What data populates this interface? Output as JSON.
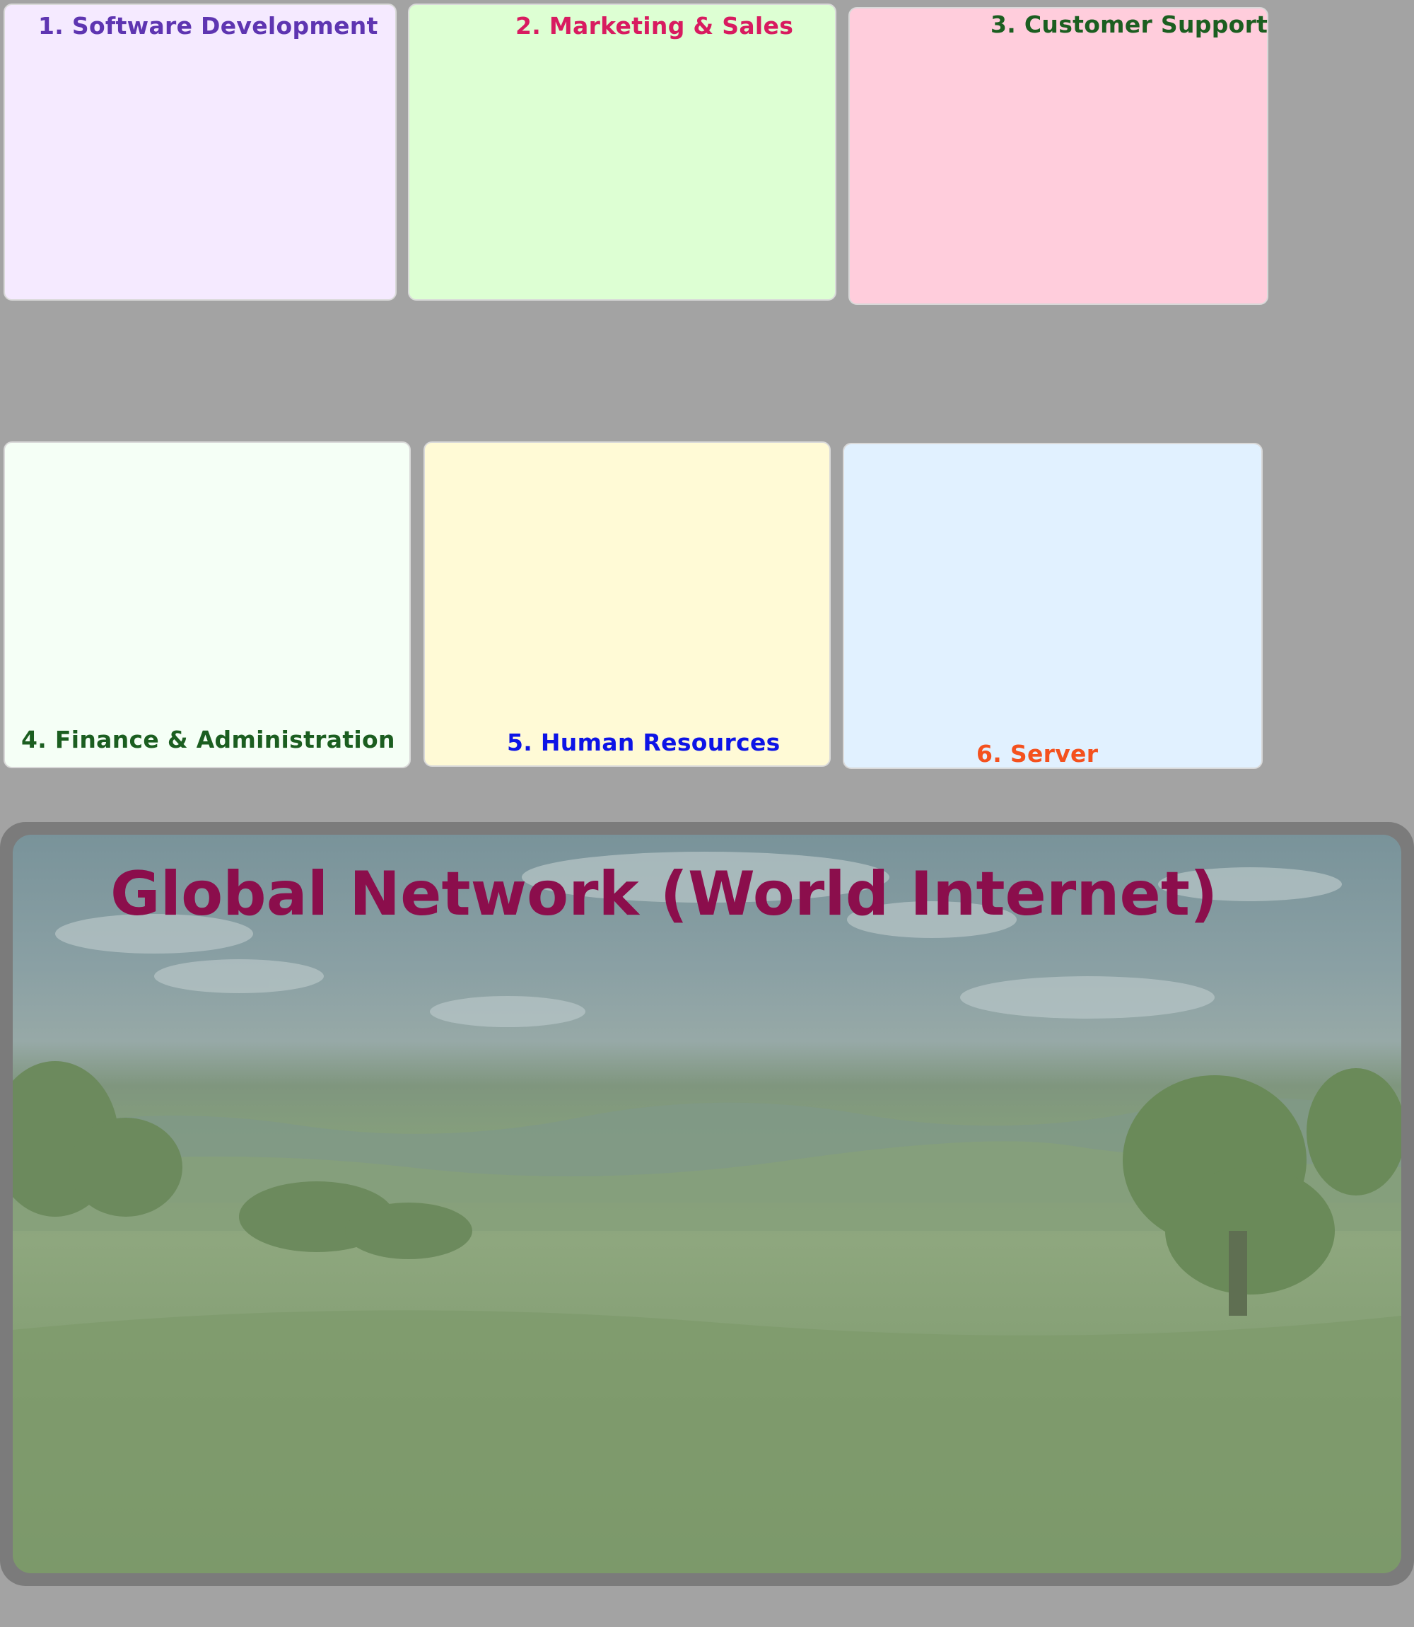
{
  "departments": [
    {
      "label": "1. Software Development",
      "color": "#5e35b1",
      "background": "#f5eaff"
    },
    {
      "label": "2. Marketing & Sales",
      "color": "#d81b60",
      "background": "#ddffd3"
    },
    {
      "label": "3. Customer Support",
      "color": "#1b5e20",
      "background": "#ffcddc"
    },
    {
      "label": "4. Finance & Administration",
      "color": "#1b5e20",
      "background": "#f5fff6"
    },
    {
      "label": "5. Human Resources",
      "color": "#0d14e6",
      "background": "#fffad6"
    },
    {
      "label": "6. Server",
      "color": "#f4511e",
      "background": "#e1f1ff"
    }
  ],
  "global_network": {
    "title": "Global Network (World Internet)",
    "title_color": "#8b0e4c",
    "background_scene": "landscape-meadow-illustration"
  }
}
